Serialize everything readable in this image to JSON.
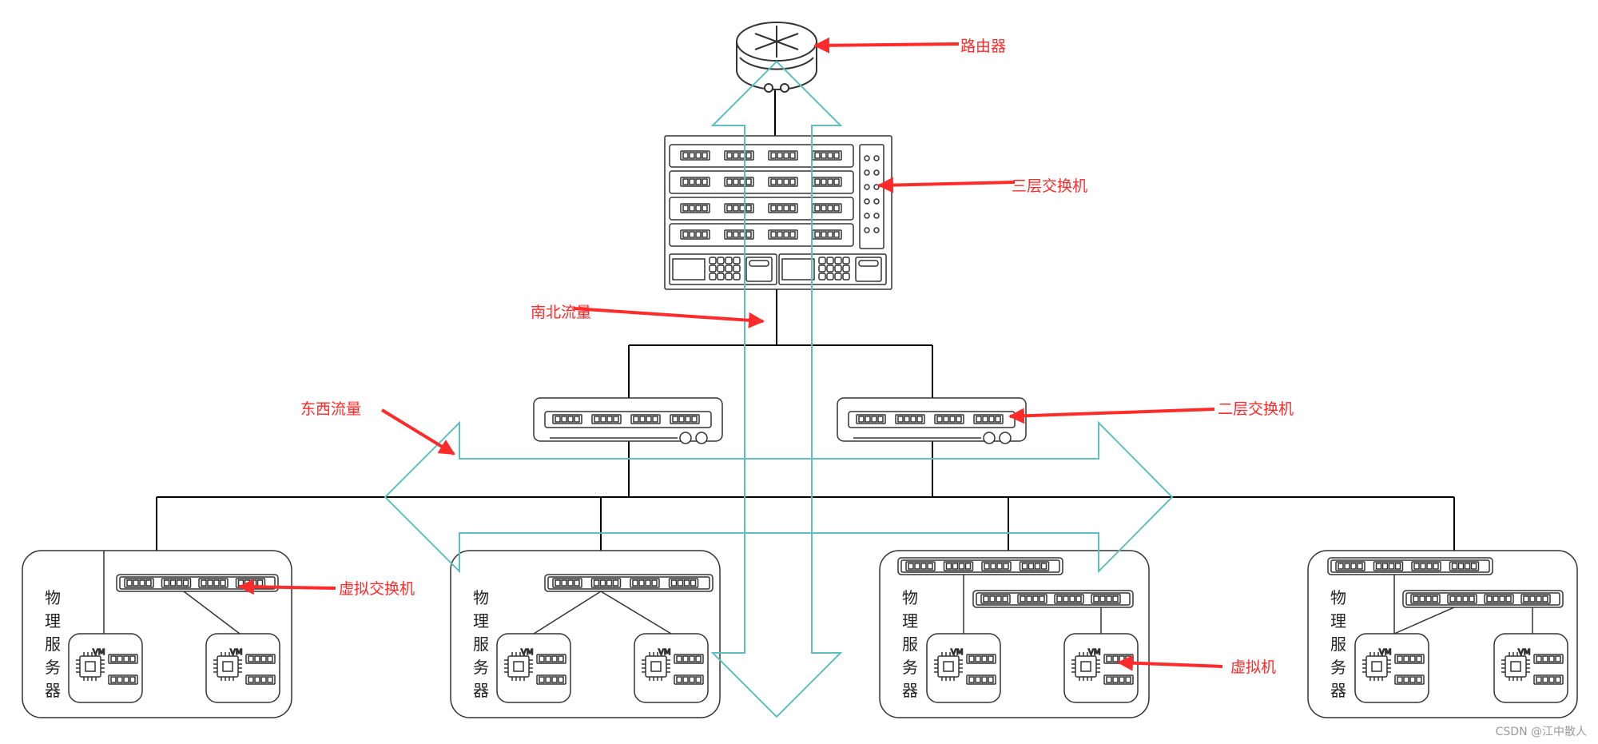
{
  "labels": {
    "router": "路由器",
    "l3_switch": "三层交换机",
    "north_south": "南北流量",
    "east_west": "东西流量",
    "l2_switch": "二层交换机",
    "virtual_switch": "虚拟交换机",
    "virtual_machine": "虚拟机"
  },
  "servers": [
    {
      "label_chars": [
        "物",
        "理",
        "服",
        "务",
        "器"
      ],
      "vms": [
        "VM",
        "VM"
      ]
    },
    {
      "label_chars": [
        "物",
        "理",
        "服",
        "务",
        "器"
      ],
      "vms": [
        "VM",
        "VM"
      ]
    },
    {
      "label_chars": [
        "物",
        "理",
        "服",
        "务",
        "器"
      ],
      "vms": [
        "VM",
        "VM"
      ]
    },
    {
      "label_chars": [
        "物",
        "理",
        "服",
        "务",
        "器"
      ],
      "vms": [
        "VM",
        "VM"
      ]
    }
  ],
  "watermark": "CSDN @江中散人",
  "colors": {
    "annotation": "#ff2a2a",
    "flow_arrow": "#5fbfbf",
    "line": "#000000"
  }
}
